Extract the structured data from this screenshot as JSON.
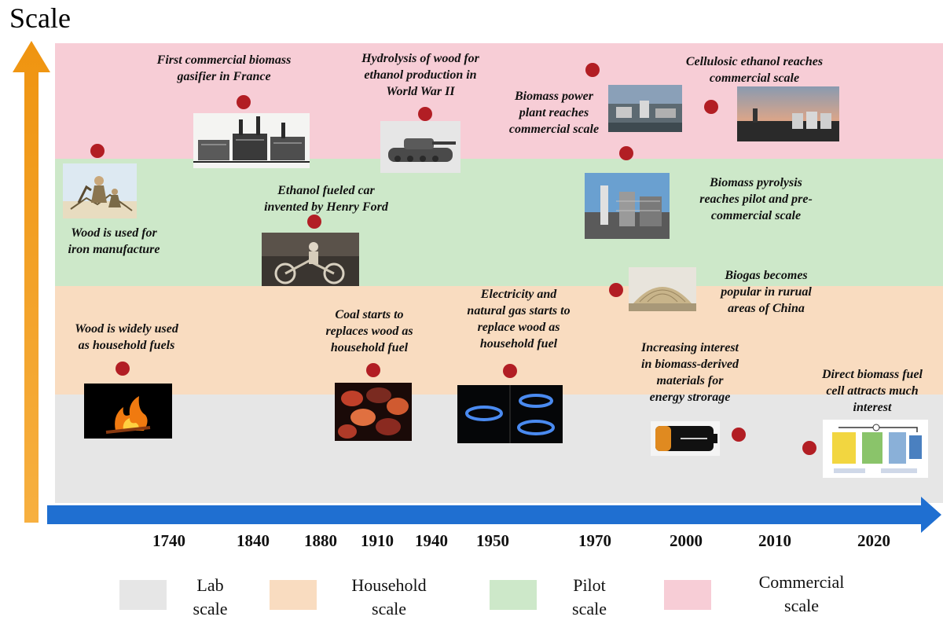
{
  "y_axis": {
    "title": "Scale"
  },
  "bands": {
    "commercial": "#f7cdd6",
    "pilot": "#cde8c9",
    "household": "#f9dcc0",
    "lab": "#e6e6e6"
  },
  "years": [
    "1740",
    "1840",
    "1880",
    "1910",
    "1940",
    "1950",
    "1970",
    "2000",
    "2010",
    "2020"
  ],
  "events": {
    "wood_iron": [
      "Wood is used for",
      "iron manufacture"
    ],
    "gasifier": [
      "First commercial biomass",
      "gasifier in France"
    ],
    "hydrolysis": [
      "Hydrolysis of wood for",
      "ethanol production in",
      "World War II"
    ],
    "power_plant": [
      "Biomass power",
      "plant reaches",
      "commercial scale"
    ],
    "cellulosic": [
      "Cellulosic ethanol reaches",
      "commercial scale"
    ],
    "ethanol_car": [
      "Ethanol fueled car",
      "invented by Henry Ford"
    ],
    "pyrolysis": [
      "Biomass pyrolysis",
      "reaches pilot and pre-",
      "commercial scale"
    ],
    "biogas": [
      "Biogas becomes",
      "popular in rurual",
      "areas of China"
    ],
    "wood_household": [
      "Wood is widely used",
      "as household fuels"
    ],
    "coal": [
      "Coal starts to",
      "replaces wood  as",
      "household fuel"
    ],
    "gas": [
      "Electricity and",
      "natural gas starts to",
      "replace wood as",
      "household fuel"
    ],
    "storage": [
      "Increasing interest",
      "in biomass-derived",
      "materials for",
      "energy strorage"
    ],
    "fuel_cell": [
      "Direct biomass fuel",
      "cell attracts much",
      "interest"
    ]
  },
  "legend": {
    "lab": [
      "Lab",
      "scale"
    ],
    "household": [
      "Household",
      "scale"
    ],
    "pilot": [
      "Pilot",
      "scale"
    ],
    "commercial": [
      "Commercial",
      "scale"
    ]
  },
  "colors": {
    "dot": "#b21e24",
    "y_arrow": "#f0a020",
    "x_arrow": "#1f6fd1"
  }
}
